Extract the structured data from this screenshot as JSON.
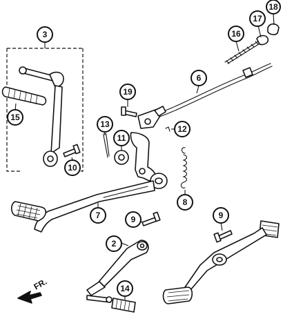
{
  "diagram": {
    "direction_label": "FR.",
    "callouts": [
      {
        "id": "c3",
        "number": "3"
      },
      {
        "id": "c15",
        "number": "15"
      },
      {
        "id": "c10",
        "number": "10"
      },
      {
        "id": "c16",
        "number": "16"
      },
      {
        "id": "c17",
        "number": "17"
      },
      {
        "id": "c18",
        "number": "18"
      },
      {
        "id": "c6",
        "number": "6"
      },
      {
        "id": "c19",
        "number": "19"
      },
      {
        "id": "c13",
        "number": "13"
      },
      {
        "id": "c11",
        "number": "11"
      },
      {
        "id": "c12",
        "number": "12"
      },
      {
        "id": "c8",
        "number": "8"
      },
      {
        "id": "c7",
        "number": "7"
      },
      {
        "id": "c9a",
        "number": "9"
      },
      {
        "id": "c9b",
        "number": "9"
      },
      {
        "id": "c2",
        "number": "2"
      },
      {
        "id": "c14",
        "number": "14"
      }
    ]
  }
}
